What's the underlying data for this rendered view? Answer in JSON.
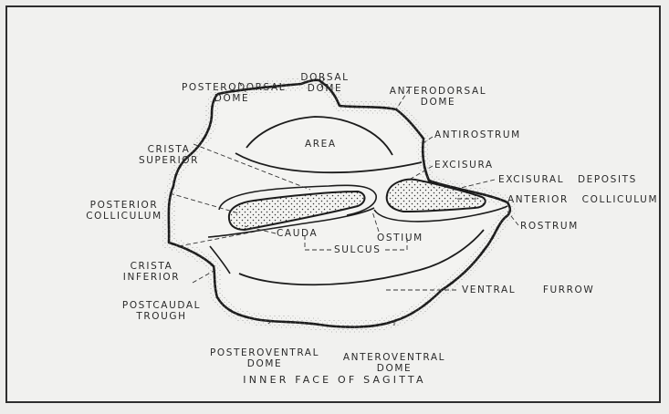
{
  "labels": {
    "dorsal_dome": [
      "DORSAL",
      "DOME"
    ],
    "posterodorsal_dome": [
      "POSTERODORSAL",
      "DOME"
    ],
    "anterodorsal_dome": [
      "ANTERODORSAL",
      "DOME"
    ],
    "crista_superior": [
      "CRISTA",
      "SUPERIOR"
    ],
    "area": "AREA",
    "antirostrum": "ANTIROSTRUM",
    "excisura": "EXCISURA",
    "excisural_deposits": "EXCISURAL   DEPOSITS",
    "anterior_colliculum": "ANTERIOR   COLLICULUM",
    "posterior_colliculum": [
      "POSTERIOR",
      "COLLICULUM"
    ],
    "rostrum": "ROSTRUM",
    "crista_inferior": [
      "CRISTA",
      "INFERIOR"
    ],
    "cauda": "CAUDA",
    "ostium": "OSTIUM",
    "sulcus": "SULCUS",
    "postcaudal_trough": [
      "POSTCAUDAL",
      "TROUGH"
    ],
    "ventral_furrow": "VENTRAL      FURROW",
    "posteroventral_dome": [
      "POSTEROVENTRAL",
      "DOME"
    ],
    "anteroventral_dome": [
      "ANTEROVENTRAL",
      "DOME"
    ]
  },
  "caption": "INNER  FACE  OF  SAGITTA"
}
